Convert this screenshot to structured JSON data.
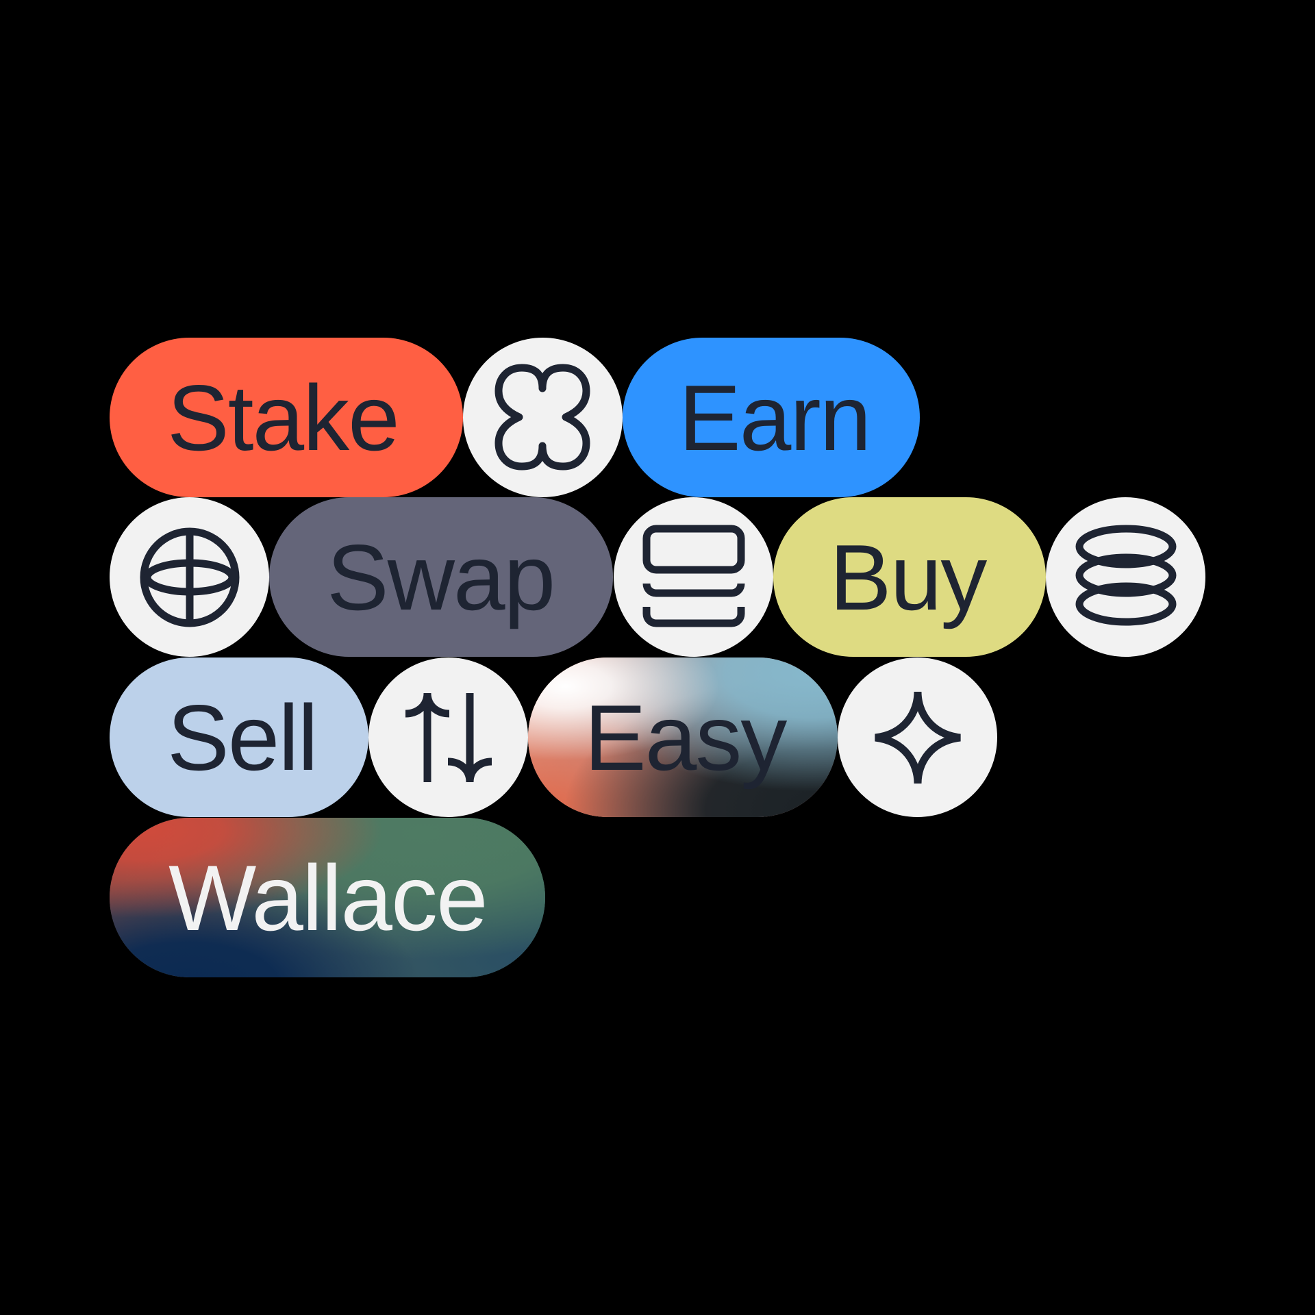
{
  "colors": {
    "background": "#000000",
    "ink": "#1e2432",
    "icon_bg": "#f2f2f2",
    "stake": "#ff5f43",
    "earn": "#2e93ff",
    "swap": "#646579",
    "buy": "#dedb82",
    "sell": "#bcd1ea",
    "wallace_text": "#f2f2f2"
  },
  "chips": {
    "stake": "Stake",
    "earn": "Earn",
    "swap": "Swap",
    "buy": "Buy",
    "sell": "Sell",
    "easy": "Easy",
    "wallace": "Wallace"
  },
  "icons": {
    "clover": "clover-icon",
    "globe": "globe-icon",
    "cards": "cards-stack-icon",
    "coins": "coin-stack-icon",
    "arrows": "up-down-arrows-icon",
    "sparkle": "sparkle-star-icon"
  }
}
